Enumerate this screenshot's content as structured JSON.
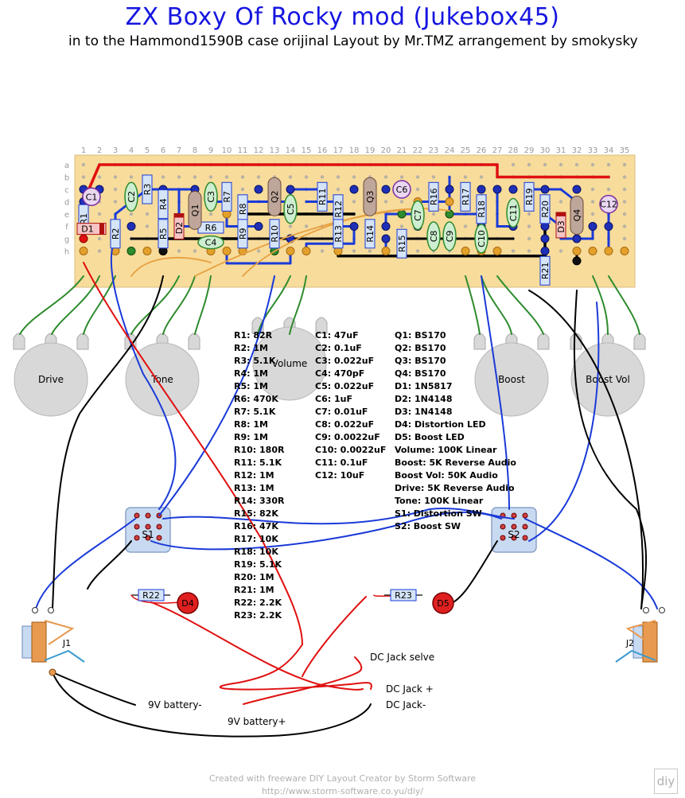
{
  "header": {
    "title": "ZX  Boxy  Of  Rocky  mod (Jukebox45)",
    "subtitle": "in to the Hammond1590B case  orijinal Layout by Mr.TMZ  arrangement by  smokysky"
  },
  "board": {
    "row_labels": [
      "a",
      "b",
      "c",
      "d",
      "e",
      "f",
      "g",
      "h"
    ],
    "column_labels": [
      "1",
      "2",
      "3",
      "4",
      "5",
      "6",
      "7",
      "8",
      "9",
      "10",
      "11",
      "12",
      "13",
      "14",
      "15",
      "16",
      "17",
      "18",
      "19",
      "20",
      "21",
      "22",
      "23",
      "24",
      "25",
      "26",
      "27",
      "28",
      "29",
      "30",
      "31",
      "32",
      "33",
      "34",
      "35"
    ],
    "resistors": [
      "R1",
      "R2",
      "R3",
      "R4",
      "R5",
      "R6",
      "R7",
      "R8",
      "R9",
      "R10",
      "R11",
      "R12",
      "R13",
      "R14",
      "R15",
      "R16",
      "R17",
      "R18",
      "R19",
      "R20",
      "R21"
    ],
    "film_caps": [
      "C2",
      "C3",
      "C4",
      "C5",
      "C7",
      "C8",
      "C9",
      "C10",
      "C11"
    ],
    "electrolytic_caps": [
      "C1",
      "C6",
      "C12"
    ],
    "transistors": [
      "Q1",
      "Q2",
      "Q3",
      "Q4"
    ],
    "diodes": [
      "D1",
      "D2",
      "D3"
    ]
  },
  "pots": [
    "Drive",
    "Tone",
    "Volume",
    "Boost",
    "Boost Vol"
  ],
  "switches": [
    "S1",
    "S2"
  ],
  "jacks": [
    "J1",
    "J2"
  ],
  "offboard": {
    "resistors": [
      "R22",
      "R23"
    ],
    "leds": [
      "D4",
      "D5"
    ]
  },
  "wiring_labels": {
    "dc_selve": "DC Jack selve",
    "dc_plus": "DC Jack +",
    "dc_minus": "DC Jack-",
    "batt_minus": "9V battery-",
    "batt_plus": "9V battery+"
  },
  "bom": {
    "resistors": [
      "R1: 82R",
      "R2: 1M",
      "R3: 5.1K",
      "R4: 1M",
      "R5: 1M",
      "R6: 470K",
      "R7: 5.1K",
      "R8: 1M",
      "R9: 1M",
      "R10: 180R",
      "R11: 5.1K",
      "R12: 1M",
      "R13: 1M",
      "R14: 330R",
      "R15: 82K",
      "R16: 47K",
      "R17: 10K",
      "R18: 10K",
      "R19: 5.1K",
      "R20: 1M",
      "R21: 1M",
      "R22: 2.2K",
      "R23: 2.2K"
    ],
    "capacitors": [
      "C1: 47uF",
      "C2: 0.1uF",
      "C3: 0.022uF",
      "C4: 470pF",
      "C5: 0.022uF",
      "C6: 1uF",
      "C7: 0.01uF",
      "C8: 0.022uF",
      "C9: 0.0022uF",
      "C10: 0.0022uF",
      "C11: 0.1uF",
      "C12: 10uF"
    ],
    "other": [
      "Q1: BS170",
      "Q2: BS170",
      "Q3: BS170",
      "Q4: BS170",
      "D1: 1N5817",
      "D2: 1N4148",
      "D3: 1N4148",
      "D4: Distortion LED",
      "D5: Boost LED",
      "Volume: 100K Linear",
      "Boost: 5K Reverse Audio",
      "Boost Vol: 50K Audio",
      "Drive: 5K Reverse Audio",
      "Tone: 100K Linear",
      "S1: Distortion SW",
      "S2: Boost SW"
    ]
  },
  "footer": {
    "line1": "Created with freeware DIY Layout Creator by Storm Software",
    "line2": "http://www.storm-software.co.yu/diy/",
    "logo": "diy"
  },
  "colors": {
    "title": "#1515e0",
    "board": "#f7dc9c",
    "copper_pad": "#e3a12c",
    "wire_red": "#e01010",
    "wire_blue": "#1a3ad8",
    "wire_black": "#000000",
    "wire_green": "#2e8b2e",
    "wire_orange": "#e8a040",
    "pot_gray": "#d8d8d8"
  }
}
